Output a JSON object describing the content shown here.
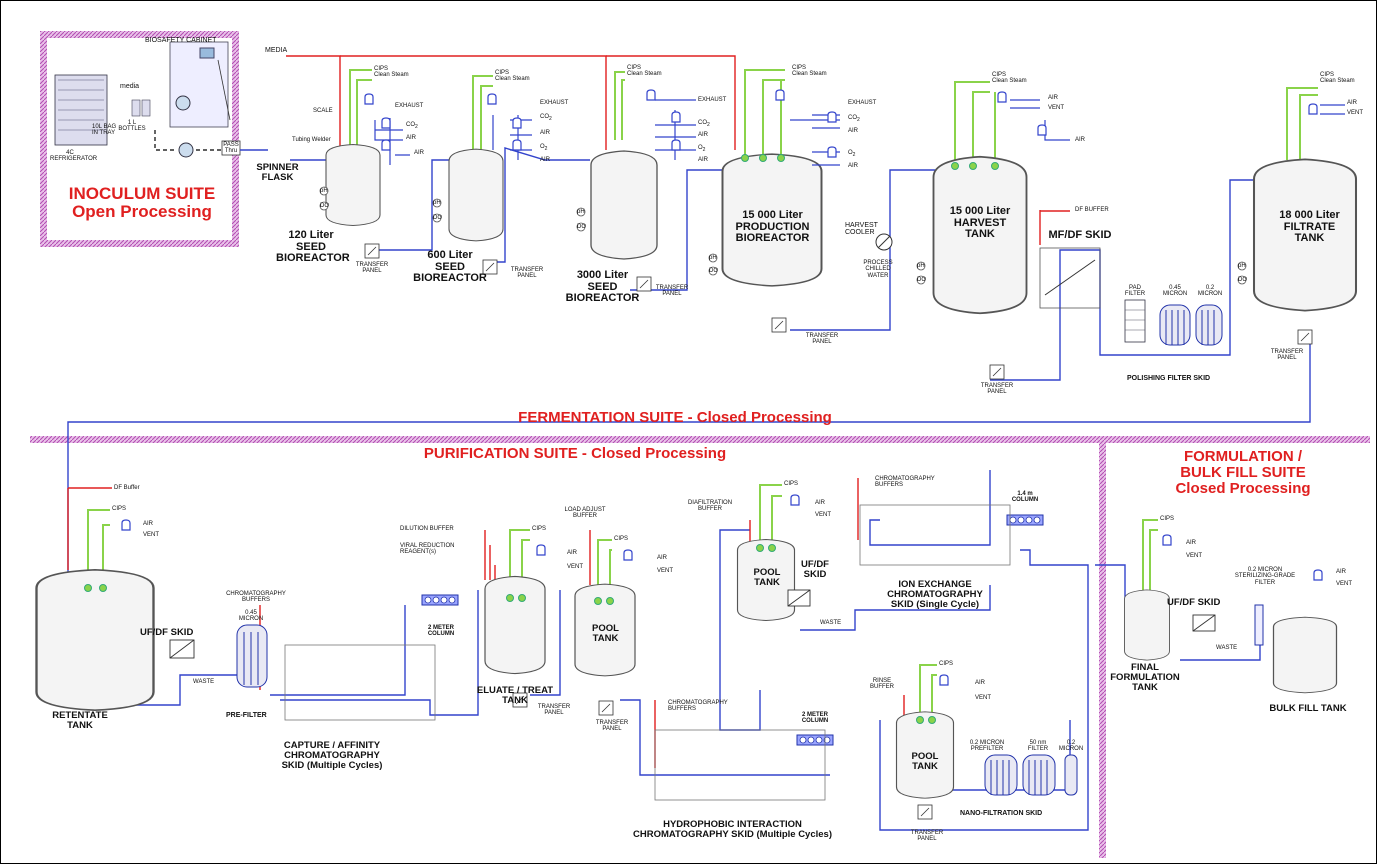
{
  "suites": {
    "inoculum": [
      "INOCULUM SUITE",
      "Open Processing"
    ],
    "fermentation": "FERMENTATION SUITE - Closed Processing",
    "purification": "PURIFICATION SUITE - Closed Processing",
    "formulation": [
      "FORMULATION /",
      "BULK FILL SUITE",
      "Closed Processing"
    ]
  },
  "inoculum": {
    "biosafety": "BIOSAFETY  CABINET",
    "media": "media",
    "bottles": [
      "1 L",
      "BOTTLES"
    ],
    "bag": [
      "10L BAG",
      "IN TRAY"
    ],
    "fridge": [
      "4C",
      "REFRIGERATOR"
    ],
    "pass": [
      "PASS",
      "Thru"
    ]
  },
  "fermentation": {
    "media": "MEDIA",
    "scale": "SCALE",
    "tubing": "Tubing Welder",
    "spinner": [
      "SPINNER",
      "FLASK"
    ],
    "cips": "CIPS",
    "steam": "Clean Steam",
    "exhaust": "EXHAUST",
    "co2": "CO",
    "co2_sub": "2",
    "o2": "O",
    "o2_sub": "2",
    "air": "AIR",
    "vent": "VENT",
    "ph": "pH",
    "do": "DO",
    "transfer": [
      "TRANSFER",
      "PANEL"
    ],
    "seed120": [
      "120 Liter",
      "SEED",
      "BIOREACTOR"
    ],
    "seed600": [
      "600 Liter",
      "SEED",
      "BIOREACTOR"
    ],
    "seed3000": [
      "3000 Liter",
      "SEED",
      "BIOREACTOR"
    ],
    "prod": [
      "15 000 Liter",
      "PRODUCTION",
      "BIOREACTOR"
    ],
    "harvest_cooler": [
      "HARVEST",
      "COOLER"
    ],
    "chilled": [
      "PROCESS",
      "CHILLED",
      "WATER"
    ],
    "harvest": [
      "15 000 Liter",
      "HARVEST",
      "TANK"
    ],
    "df_buffer": "DF BUFFER",
    "mfdf": "MF/DF SKID",
    "pad": [
      "PAD",
      "FILTER"
    ],
    "micron045": [
      "0.45",
      "MICRON"
    ],
    "micron02": [
      "0.2",
      "MICRON"
    ],
    "polishing": "POLISHING  FILTER  SKID",
    "filtrate": [
      "18 000 Liter",
      "FILTRATE",
      "TANK"
    ]
  },
  "purification": {
    "df_buffer": "DF Buffer",
    "cips": "CIPS",
    "air": "AIR",
    "vent": "VENT",
    "retentate": [
      "RETENTATE",
      "TANK"
    ],
    "ufdf": "UF/DF  SKID",
    "waste": "WASTE",
    "chrom_buffers": [
      "CHROMATOGRAPHY",
      "BUFFERS"
    ],
    "micron045": [
      "0.45",
      "MICRON"
    ],
    "prefilter": "PRE-FILTER",
    "col2m": [
      "2 METER",
      "COLUMN"
    ],
    "capture": [
      "CAPTURE / AFFINITY",
      "CHROMATOGRAPHY",
      "SKID (Multiple Cycles)"
    ],
    "dilution": "DILUTION BUFFER",
    "viral": [
      "VIRAL REDUCTION",
      "REAGENT(s)"
    ],
    "eluate": [
      "ELUATE / TREAT",
      "TANK"
    ],
    "load_adjust": [
      "LOAD ADJUST",
      "BUFFER"
    ],
    "pool": [
      "POOL",
      "TANK"
    ],
    "transfer": [
      "TRANSFER",
      "PANEL"
    ],
    "hic": [
      "HYDROPHOBIC INTERACTION",
      "CHROMATOGRAPHY SKID (Multiple Cycles)"
    ],
    "diafiltration": [
      "DIAFILTRATION",
      "BUFFER"
    ],
    "ufdf_skid": [
      "UF/DF",
      "SKID"
    ],
    "col14": [
      "1.4 m",
      "COLUMN"
    ],
    "iex": [
      "ION EXCHANGE",
      "CHROMATOGRAPHY",
      "SKID (Single Cycle)"
    ],
    "rinse": [
      "RINSE",
      "BUFFER"
    ],
    "prefilter02": [
      "0.2 MICRON",
      "PREFILTER"
    ],
    "filter50": [
      "50 nm",
      "FILTER"
    ],
    "micron02": [
      "0.2",
      "MICRON"
    ],
    "nano": "NANO-FILTRATION  SKID"
  },
  "formulation": {
    "cips": "CIPS",
    "air": "AIR",
    "vent": "VENT",
    "ufdf": "UF/DF  SKID",
    "waste": "WASTE",
    "steril": [
      "0.2 MICRON",
      "STERILIZING-GRADE",
      "FILTER"
    ],
    "final": [
      "FINAL",
      "FORMULATION",
      "TANK"
    ],
    "bulk": "BULK  FILL  TANK"
  },
  "colors": {
    "process_line": "#3344cc",
    "utility_line": "#8ad34a",
    "buffer_line": "#e02020",
    "suite_title": "#e02020",
    "boundary": "#cc66cc"
  }
}
